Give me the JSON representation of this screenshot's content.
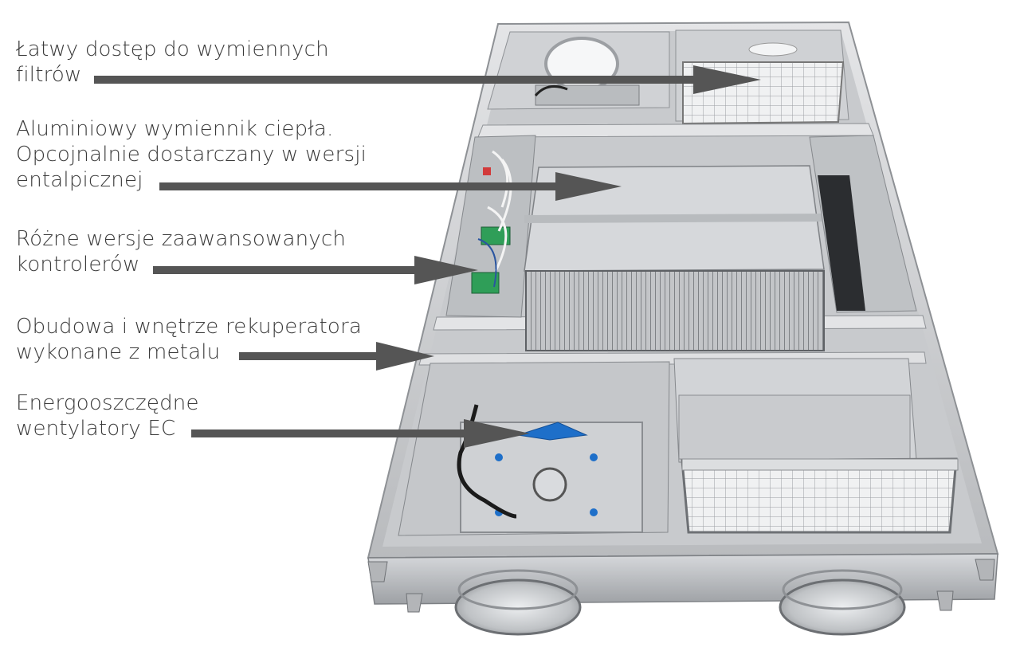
{
  "callouts": [
    {
      "lines": [
        "Łatwy dostęp do wymiennych",
        "filtrów"
      ]
    },
    {
      "lines": [
        "Aluminiowy wymiennik ciepła.",
        "Opcojnalnie dostarczany w wersji",
        "entalpicznej"
      ]
    },
    {
      "lines": [
        "Różne wersje zaawansowanych",
        "kontrolerów"
      ]
    },
    {
      "lines": [
        "Obudowa i wnętrze rekuperatora",
        "wykonane z metalu"
      ]
    },
    {
      "lines": [
        "Energooszczędne",
        "wentylatory EC"
      ]
    }
  ],
  "colors": {
    "text": "#3a3a3a",
    "arrow": "#555555",
    "metal": "#c9cbce",
    "blue_part": "#1e6fc9",
    "green_part": "#2f9e58"
  }
}
